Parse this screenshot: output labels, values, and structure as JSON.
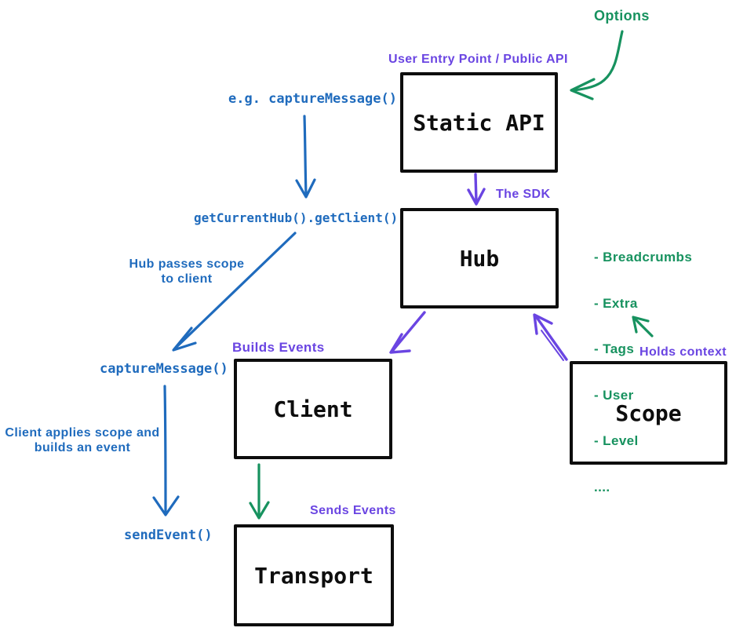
{
  "diagram": {
    "boxes": [
      {
        "id": "static-api",
        "label": "Static API"
      },
      {
        "id": "hub",
        "label": "Hub"
      },
      {
        "id": "client",
        "label": "Client"
      },
      {
        "id": "scope",
        "label": "Scope"
      },
      {
        "id": "transport",
        "label": "Transport"
      }
    ],
    "labels": {
      "options": "Options",
      "user_entry_point": "User Entry Point / Public API",
      "the_sdk": "The SDK",
      "builds_events": "Builds Events",
      "holds_context": "Holds context",
      "sends_events": "Sends Events"
    },
    "code_labels": {
      "example_call": "e.g. captureMessage()",
      "get_current_hub": "getCurrentHub().getClient()",
      "capture_message": "captureMessage()",
      "send_event": "sendEvent()"
    },
    "notes": {
      "hub_passes_scope": [
        "Hub passes scope",
        "to client"
      ],
      "client_applies_scope": [
        "Client applies scope and",
        "builds an event"
      ]
    },
    "scope_context_items": [
      "- Breadcrumbs",
      "- Extra",
      "- Tags",
      "- User",
      "- Level",
      "...."
    ],
    "colors": {
      "blue": "#1f6bbd",
      "purple": "#6a45e2",
      "green": "#17925f",
      "box_border": "#0d0d0d",
      "box_text": "#0d0d0d"
    }
  }
}
